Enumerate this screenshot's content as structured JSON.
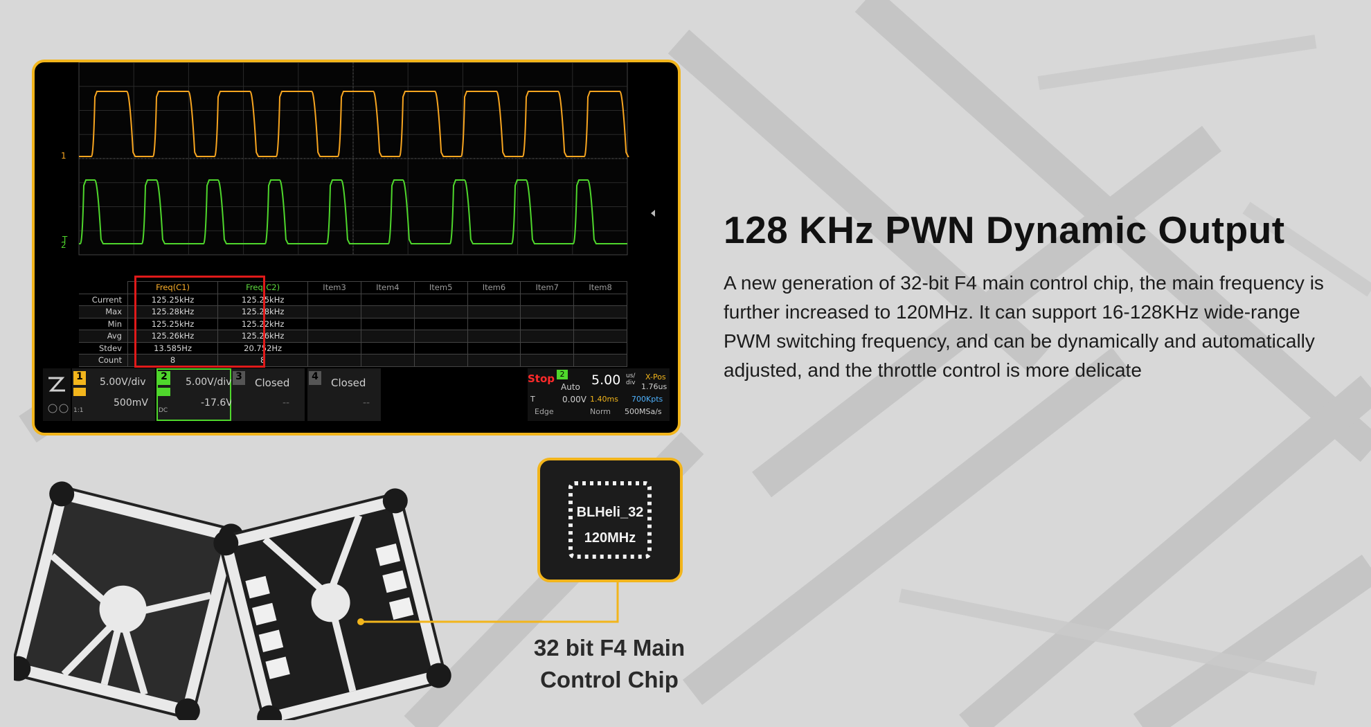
{
  "headline": "128 KHz PWN Dynamic Output",
  "description": "A new generation of 32-bit F4 main control chip, the main frequency is further increased to 120MHz. It can support 16-128KHz wide-range PWM switching frequency, and can be dynamically and automatically adjusted, and the throttle control is more delicate",
  "scope": {
    "ch1_marker": "1",
    "ch2_marker": "2",
    "trigger_marker": "T",
    "measurements": {
      "columns": [
        "Freq(C1)",
        "Freq(C2)",
        "Item3",
        "Item4",
        "Item5",
        "Item6",
        "Item7",
        "Item8"
      ],
      "rows": [
        {
          "label": "Current",
          "c1": "125.25kHz",
          "c2": "125.25kHz"
        },
        {
          "label": "Max",
          "c1": "125.28kHz",
          "c2": "125.28kHz"
        },
        {
          "label": "Min",
          "c1": "125.25kHz",
          "c2": "125.22kHz"
        },
        {
          "label": "Avg",
          "c1": "125.26kHz",
          "c2": "125.26kHz"
        },
        {
          "label": "Stdev",
          "c1": "13.585Hz",
          "c2": "20.752Hz"
        },
        {
          "label": "Count",
          "c1": "8",
          "c2": "8"
        }
      ]
    },
    "channels": [
      {
        "num": "1",
        "volts_div": "5.00V/div",
        "offset": "500mV",
        "coupling": "1:1",
        "color": "#f2b51c"
      },
      {
        "num": "2",
        "volts_div": "5.00V/div",
        "offset": "-17.6V",
        "coupling": "DC",
        "color": "#5fdc3e"
      },
      {
        "num": "3",
        "state": "Closed",
        "dashes": "--"
      },
      {
        "num": "4",
        "state": "Closed",
        "dashes": "--"
      }
    ],
    "run_state": "Stop",
    "trigger_source": "2",
    "trigger_mode": "Auto",
    "trigger_level": "0.00V",
    "trigger_type": "Edge",
    "trigger_label": "T",
    "timebase": "5.00",
    "timebase_unit_top": "us/",
    "timebase_unit_bottom": "div",
    "xpos_label": "X-Pos",
    "xpos_value": "1.76us",
    "delay": "1.40ms",
    "points": "700Kpts",
    "acq_mode": "Norm",
    "sample_rate": "500MSa/s"
  },
  "chip": {
    "line1": "BLHeli_32",
    "line2": "120MHz"
  },
  "chip_caption_line1": "32 bit F4 Main",
  "chip_caption_line2": "Control Chip",
  "colors": {
    "accent": "#f2b51c",
    "channel1": "#f7a520",
    "channel2": "#4fd72c",
    "highlight": "#e01a1a"
  }
}
